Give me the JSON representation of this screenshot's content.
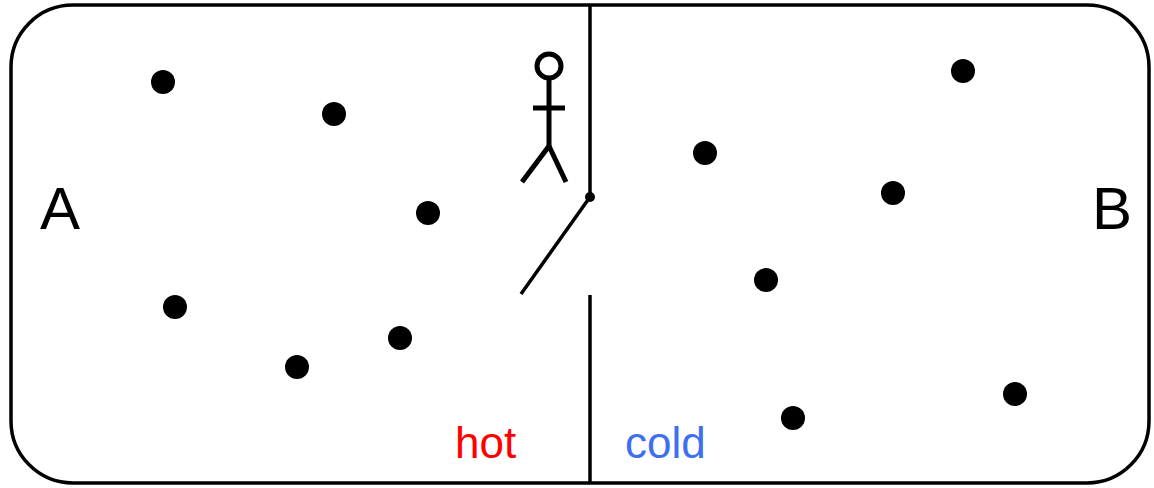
{
  "diagram": {
    "labels": [
      "A",
      "B",
      "hot",
      "cold"
    ]
  }
}
